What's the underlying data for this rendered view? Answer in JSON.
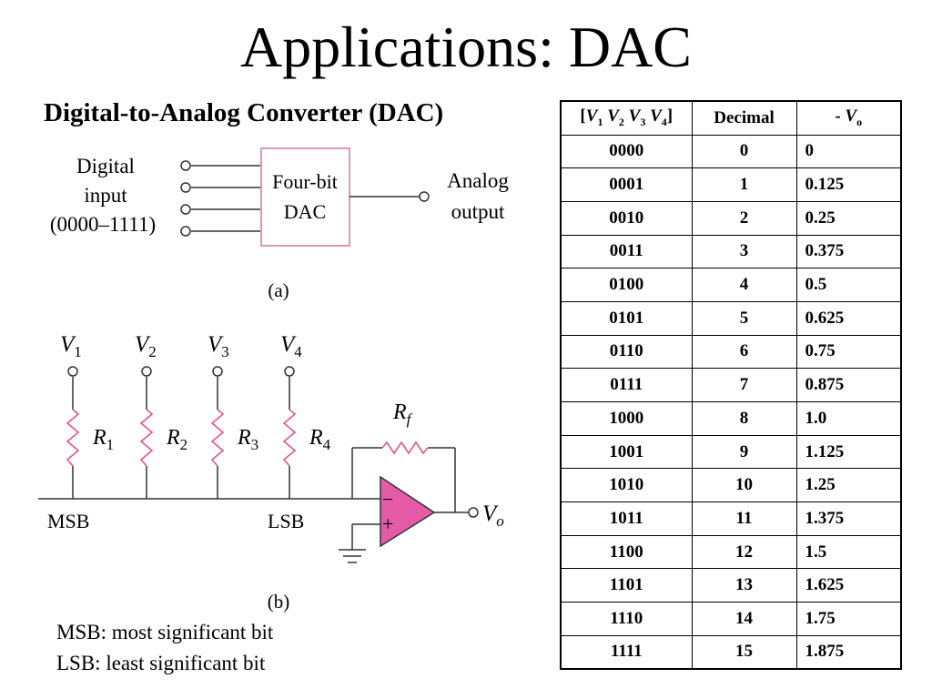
{
  "slide": {
    "title": "Applications: DAC",
    "subtitle": "Digital-to-Analog Converter (DAC)"
  },
  "diagram_a": {
    "input_label": [
      "Digital",
      "input",
      "(0000–1111)"
    ],
    "block_label": [
      "Four-bit",
      "DAC"
    ],
    "output_label": [
      "Analog",
      "output"
    ],
    "caption": "(a)"
  },
  "diagram_b": {
    "voltages": [
      "V",
      "V",
      "V",
      "V"
    ],
    "voltage_subs": [
      "1",
      "2",
      "3",
      "4"
    ],
    "resistors": [
      "R",
      "R",
      "R",
      "R"
    ],
    "resistor_subs": [
      "1",
      "2",
      "3",
      "4"
    ],
    "feedback": "R",
    "feedback_sub": "f",
    "msb": "MSB",
    "lsb": "LSB",
    "output": "V",
    "output_sub": "o",
    "minus": "−",
    "plus": "+",
    "caption": "(b)",
    "opamp_color": "#e55ba8"
  },
  "notes": {
    "msb": "MSB: most significant bit",
    "lsb": "LSB: least significant bit"
  },
  "table": {
    "header": {
      "col1_open": "[",
      "col1_v": [
        "V",
        "V",
        "V",
        "V"
      ],
      "col1_subs": [
        "1",
        "2",
        "3",
        "4"
      ],
      "col1_close": "]",
      "col2": "Decimal",
      "col3_prefix": "- ",
      "col3_v": "V",
      "col3_sub": "o"
    },
    "rows": [
      [
        "0000",
        "0",
        "0"
      ],
      [
        "0001",
        "1",
        "0.125"
      ],
      [
        "0010",
        "2",
        "0.25"
      ],
      [
        "0011",
        "3",
        "0.375"
      ],
      [
        "0100",
        "4",
        "0.5"
      ],
      [
        "0101",
        "5",
        "0.625"
      ],
      [
        "0110",
        "6",
        "0.75"
      ],
      [
        "0111",
        "7",
        "0.875"
      ],
      [
        "1000",
        "8",
        "1.0"
      ],
      [
        "1001",
        "9",
        "1.125"
      ],
      [
        "1010",
        "10",
        "1.25"
      ],
      [
        "1011",
        "11",
        "1.375"
      ],
      [
        "1100",
        "12",
        "1.5"
      ],
      [
        "1101",
        "13",
        "1.625"
      ],
      [
        "1110",
        "14",
        "1.75"
      ],
      [
        "1111",
        "15",
        "1.875"
      ]
    ]
  }
}
